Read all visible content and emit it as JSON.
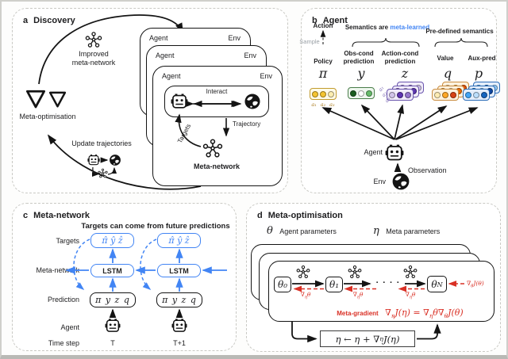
{
  "colors": {
    "accent_blue": "#4285F4",
    "accent_red": "#D93025",
    "panel_border": "#c9c9c4",
    "policy_yellow": "#F4C430",
    "obs_green": "#2E7D32",
    "action_purple": "#7E57C2",
    "value_orange": "#E8913A",
    "aux_blue": "#1E6BD6"
  },
  "panels": {
    "a": {
      "letter": "a",
      "title": "Discovery",
      "improved1": "Improved",
      "improved2": "meta-network",
      "meta_optimisation": "Meta-optimisation",
      "update_trajectories": "Update trajectories",
      "agent": "Agent",
      "env": "Env",
      "interact": "Interact",
      "trajectory": "Trajectory",
      "targets": "Targets",
      "meta_network": "Meta-network"
    },
    "b": {
      "letter": "b",
      "title": "Agent",
      "action": "Action",
      "sample": "Sample",
      "policy": "Policy",
      "sem1": "Semantics are",
      "sem2": "meta-learned",
      "predefined": "Pre-defined semantics",
      "obs1": "Obs-cond",
      "obs2": "prediction",
      "act1": "Action-cond",
      "act2": "prediction",
      "value": "Value",
      "aux": "Aux-pred",
      "pi": "π",
      "y": "y",
      "z": "z",
      "q": "q",
      "p": "p",
      "a1": "a₁",
      "a2": "a₂",
      "a3": "a₃",
      "agent": "Agent",
      "env": "Env",
      "observation": "Observation"
    },
    "c": {
      "letter": "c",
      "title": "Meta-network",
      "caption": "Targets can come from future predictions",
      "rows": {
        "targets": "Targets",
        "meta_network": "Meta-network",
        "prediction": "Prediction",
        "agent": "Agent",
        "time_step": "Time step"
      },
      "target_box": "π̂ ŷ ẑ",
      "lstm": "LSTM",
      "pred_box": "π y z q",
      "t": "T",
      "t1": "T+1"
    },
    "d": {
      "letter": "d",
      "title": "Meta-optimisation",
      "theta": "θ",
      "theta_label": "Agent parameters",
      "eta": "η",
      "eta_label": "Meta parameters",
      "theta0": "θ₀",
      "theta1": "θ₁",
      "thetaN_b": "θ",
      "thetaN_s": "N",
      "dots": "· · · ·",
      "g1_p1": "∇",
      "g1_s": "η",
      "g1_p2": "θ",
      "gr_p1": "∇",
      "gr_s": "θ",
      "gr_p2": "J(θ)",
      "mg_label": "Meta-gradient",
      "mg_p1": "∇",
      "mg_s1": "η",
      "mg_p2": "J(η) = ∇",
      "mg_s2": "η",
      "mg_p3": "θ∇",
      "mg_s3": "θ",
      "mg_p4": "J(θ)",
      "upd_p1": "η ← η + ∇",
      "upd_s": "η",
      "upd_p2": "J(η)"
    }
  }
}
